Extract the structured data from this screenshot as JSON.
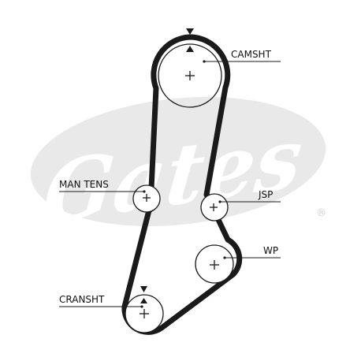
{
  "logo": {
    "text": "Gates",
    "registered_mark": "®",
    "color": "#e9e9e9"
  },
  "belt_color": "#1a1a1a",
  "labels": {
    "camshaft": "CAMSHT",
    "manual_tensioner": "MAN TENS",
    "jackshaft_pulley": "JSP",
    "water_pump": "WP",
    "crankshaft": "CRANSHT"
  },
  "timing_marks": {
    "camshaft": "▼▲",
    "crankshaft": "▼▲"
  }
}
